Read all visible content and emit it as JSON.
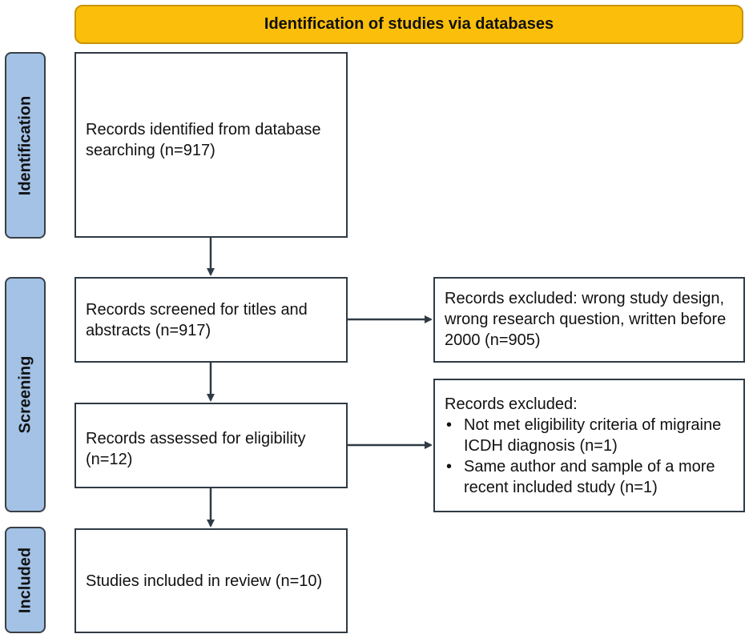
{
  "header": {
    "title": "Identification of studies via databases"
  },
  "phases": {
    "identification": "Identification",
    "screening": "Screening",
    "included": "Included"
  },
  "boxes": {
    "identified": "Records identified from database searching (n=917)",
    "screened": "Records screened for titles and abstracts (n=917)",
    "assessed": "Records assessed for eligibility (n=12)",
    "included": "Studies included in review (n=10)",
    "excluded_screening": "Records excluded: wrong study design, wrong research question, written before 2000 (n=905)",
    "excluded_eligibility": {
      "title": "Records excluded:",
      "bullet": "•",
      "items": [
        "Not met eligibility criteria of migraine ICDH diagnosis (n=1)",
        "Same author and sample of a more recent included study (n=1)"
      ]
    }
  },
  "colors": {
    "header_fill": "#fbbf0b",
    "phase_fill": "#a3c2e6",
    "box_border": "#2f3a45",
    "arrow": "#2f3a45"
  }
}
